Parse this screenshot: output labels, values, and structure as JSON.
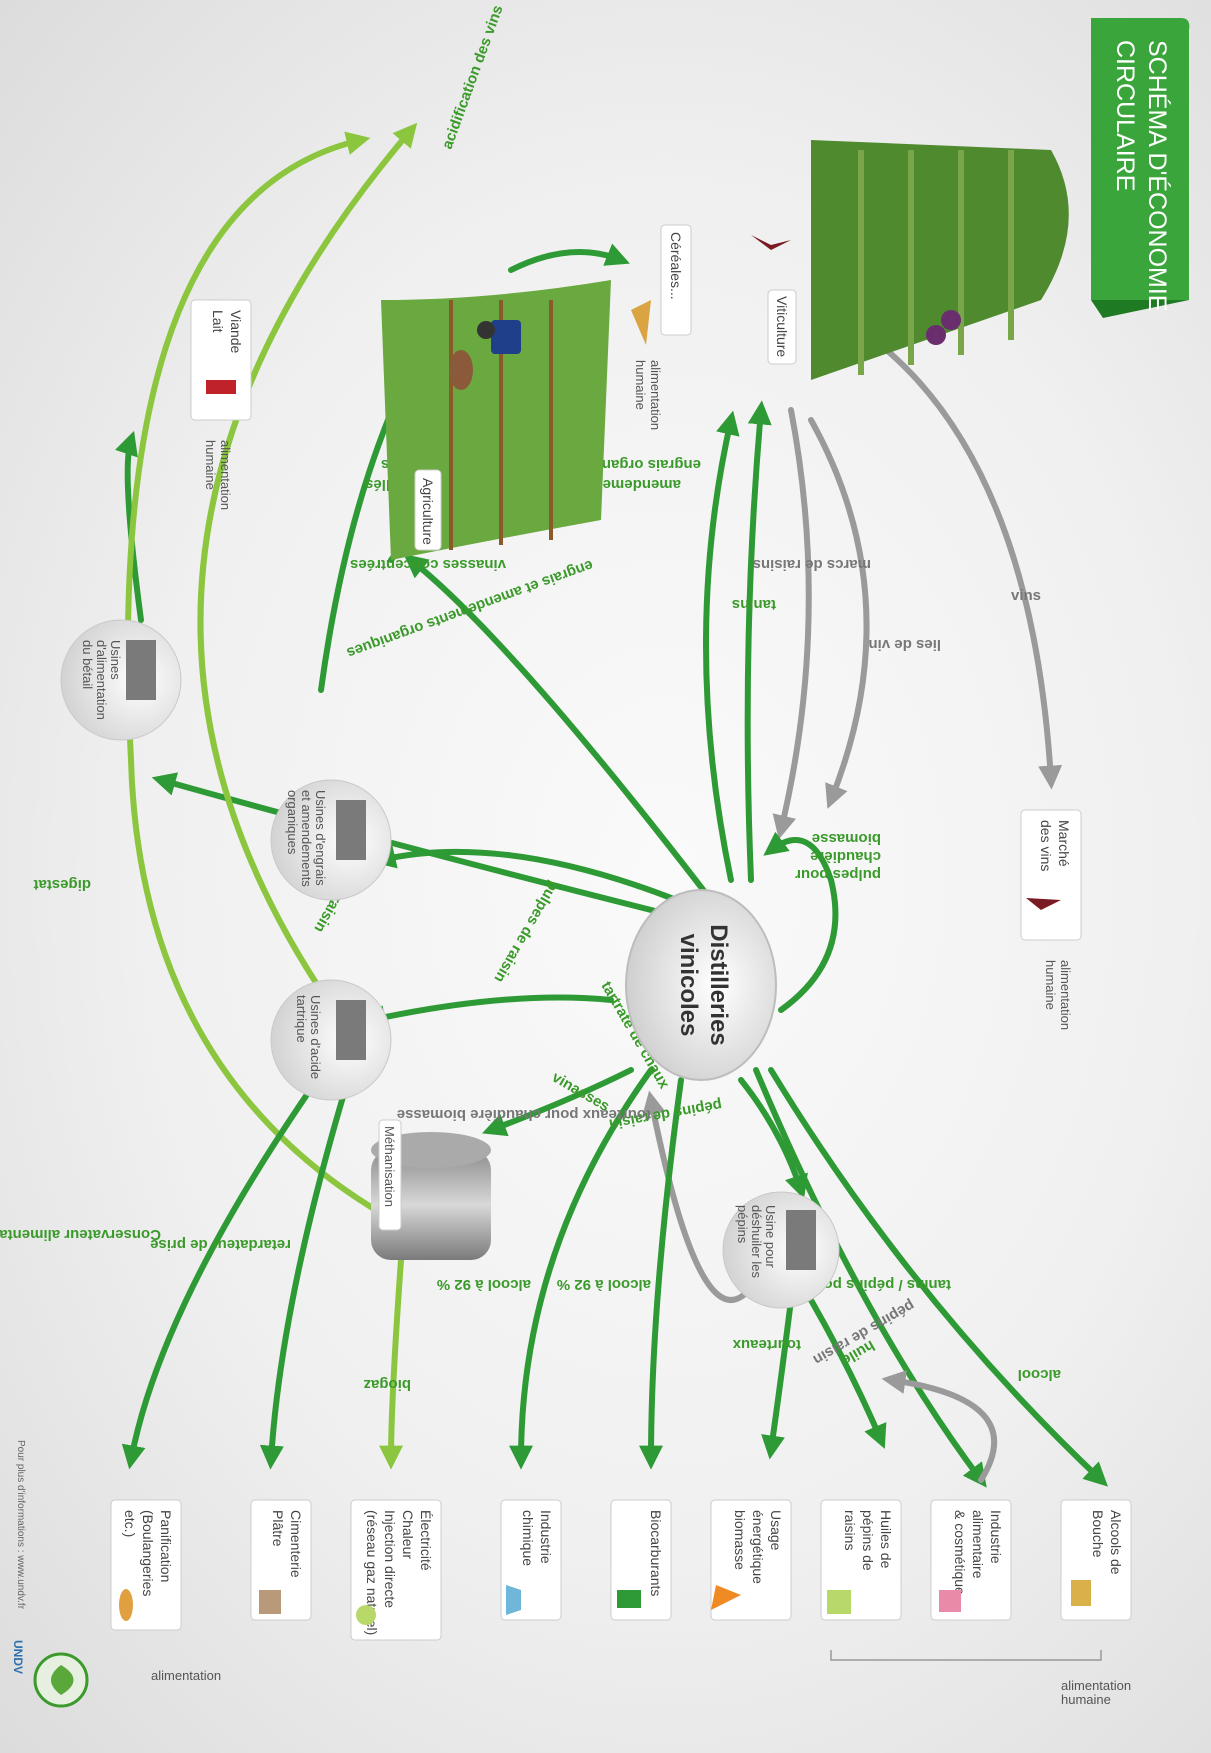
{
  "banner": {
    "title": "SCHÉMA D'ÉCONOMIE CIRCULAIRE",
    "line1": "SCHÉMA D'ÉCONOMIE",
    "line2": "CIRCULAIRE"
  },
  "logo": {
    "name": "UNDV"
  },
  "footer": {
    "info": "Pour plus d'informations : www.undv.fr"
  },
  "center": {
    "line1": "Distilleries",
    "line2": "vinicoles"
  },
  "nodes": {
    "viticulture": "Viticulture",
    "agriculture": "Agriculture",
    "cereales": "Céréales...",
    "viande_lait": [
      "Viande",
      "Lait"
    ],
    "usines_betail": [
      "Usines",
      "d'alimentation",
      "du bétail"
    ],
    "usines_engrais": [
      "Usines d'engrais",
      "et amendements",
      "organiques"
    ],
    "usines_acide": [
      "Usines d'acide",
      "tartrique"
    ],
    "methanisation": "Méthanisation",
    "usine_pepins": [
      "Usine pour",
      "déshuiler les",
      "pépins"
    ],
    "marche_vins": [
      "Marché",
      "des vins"
    ]
  },
  "alimentation_humaine": [
    "alimentation",
    "humaine"
  ],
  "flows": {
    "vins": "vins",
    "lies": "lies de vin",
    "marcs": "marcs de raisins",
    "tanins": "tanins",
    "engrais_vinasses": "engrais organiques de vinasses concentrées",
    "amendements_marcs": "amendements organiques de marcs distillés",
    "engrais_amendements": "engrais et amendements organiques",
    "vinasses_conc": "vinasses concentrées",
    "pulpes_raisin_1": "pulpes de raisin",
    "pulpes_raisin_2": "pulpes de raisin",
    "pulpes_chaudiere": [
      "pulpes pour",
      "chaudière",
      "biomasse"
    ],
    "tartrate": "tartrate de chaux",
    "digestat": "digestat",
    "acidification": "acidification des vins",
    "vinasses": "vinasses",
    "pepins_raisin": "pépins de raisin",
    "tourteaux_chaudiere": "tourteaux pour chaudière biomasse",
    "tanins_pepins": "tanins / pépins polyphénols",
    "alcool": "alcool",
    "pepins_raisin_2": "pépins de raisin",
    "huile": "huile",
    "tourteaux": "tourteaux",
    "alcool92_a": "alcool à 92 %",
    "alcool92_b": "alcool à 92 %",
    "biogaz": "biogaz",
    "retardateur": "retardateur de prise",
    "conservateur": "Conservateur alimentaire"
  },
  "outputs": {
    "alcools": [
      "Alcools de",
      "Bouche"
    ],
    "industrie_alim": [
      "Industrie",
      "alimentaire",
      "& cosmétique"
    ],
    "huiles": [
      "Huiles de",
      "pépins de",
      "raisins"
    ],
    "usage_energie": [
      "Usage",
      "énergétique",
      "biomasse"
    ],
    "biocarburants": [
      "Biocarburants"
    ],
    "industrie_chimique": [
      "Industrie",
      "chimique"
    ],
    "electricite": [
      "Électricité",
      "Chaleur",
      "Injection directe",
      "(réseau gaz naturel)"
    ],
    "cimenterie": [
      "Cimenterie",
      "Plâtre"
    ],
    "panification": [
      "Panification",
      "(Boulangeries",
      "etc.)"
    ]
  },
  "colors": {
    "green": "#2e9a35",
    "light_green": "#8cc63f",
    "gray": "#9a9a9a",
    "banner": "#3aa53a"
  }
}
